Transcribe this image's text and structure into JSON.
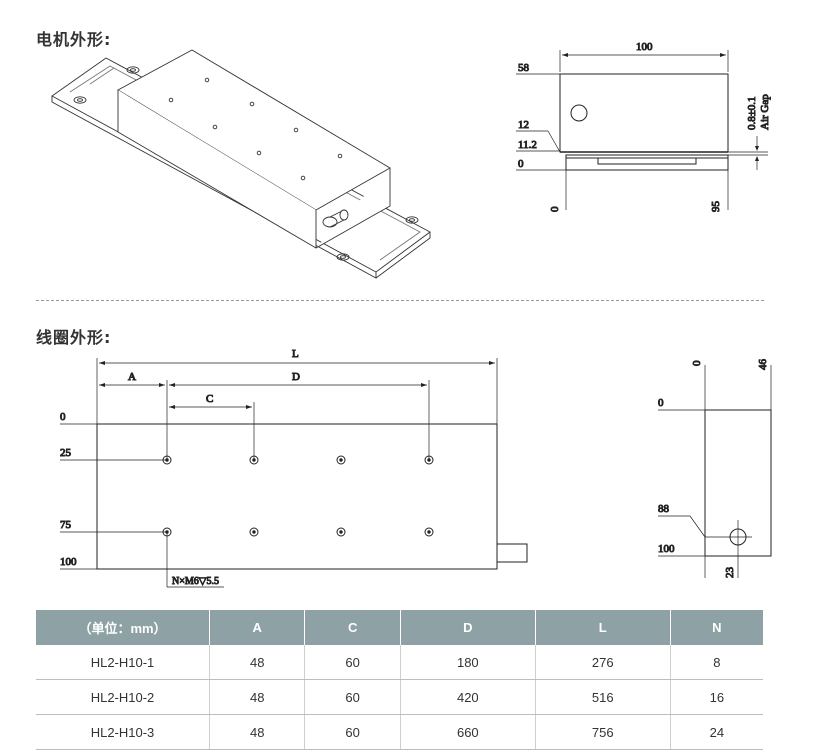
{
  "sections": {
    "motor_title": "电机外形:",
    "coil_title": "线圈外形:"
  },
  "motor_front": {
    "top_width": "100",
    "y58": "58",
    "y12": "12",
    "y11_2": "11.2",
    "y0": "0",
    "x0": "0",
    "x95": "95",
    "gap": "0.8±0.1",
    "gap_label": "Air Gap"
  },
  "coil_top": {
    "L": "L",
    "A": "A",
    "D": "D",
    "C": "C",
    "y0": "0",
    "y25": "25",
    "y75": "75",
    "y100": "100",
    "hole_note": "N×M6▽5.5"
  },
  "coil_side": {
    "x0": "0",
    "x46": "46",
    "y0": "0",
    "y88": "88",
    "y100": "100",
    "x23": "23"
  },
  "spec_table": {
    "headers": [
      "（单位：mm）",
      "A",
      "C",
      "D",
      "L",
      "N"
    ],
    "rows": [
      [
        "HL2-H10-1",
        "48",
        "60",
        "180",
        "276",
        "8"
      ],
      [
        "HL2-H10-2",
        "48",
        "60",
        "420",
        "516",
        "16"
      ],
      [
        "HL2-H10-3",
        "48",
        "60",
        "660",
        "756",
        "24"
      ]
    ]
  }
}
